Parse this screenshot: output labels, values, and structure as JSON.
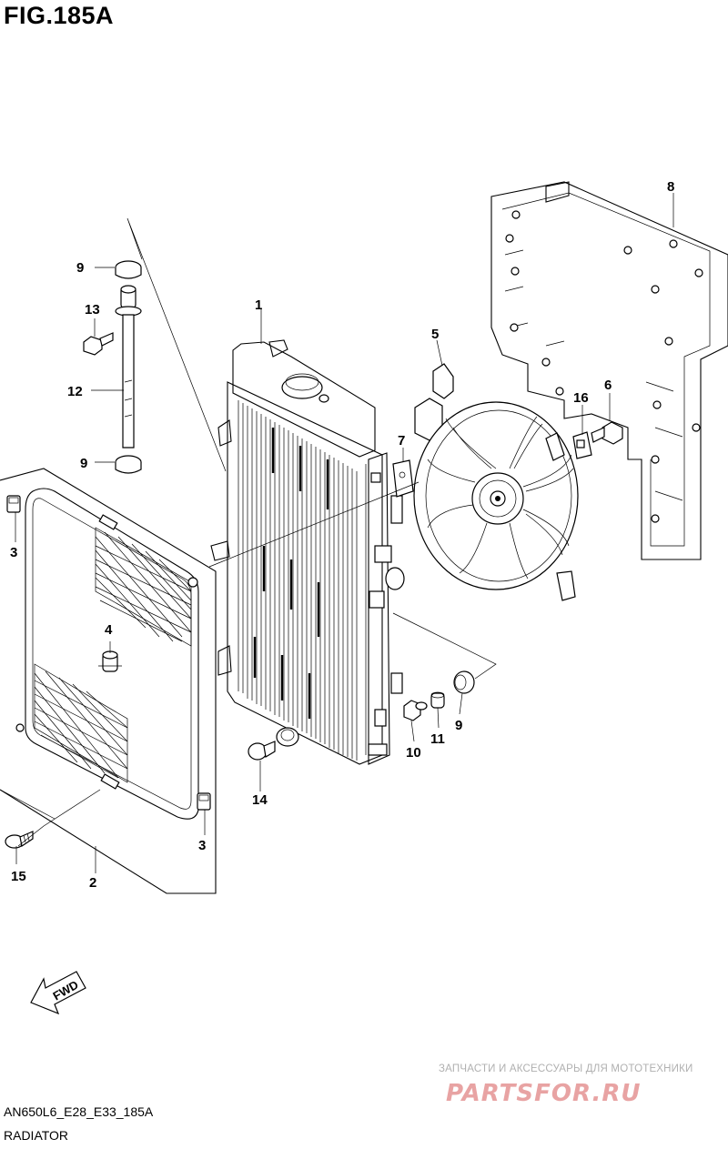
{
  "figure_title": "FIG.185A",
  "footer": {
    "code": "AN650L6_E28_E33_185A",
    "name": "RADIATOR"
  },
  "watermark": {
    "tagline": "ЗАПЧАСТИ И АКСЕССУАРЫ ДЛЯ МОТОТЕХНИКИ",
    "brand": "PARTSFOR.RU",
    "color": "#e8a3a3"
  },
  "fwd_label": "FWD",
  "callouts": {
    "c1": "1",
    "c2": "2",
    "c3a": "3",
    "c3b": "3",
    "c4": "4",
    "c5": "5",
    "c6": "6",
    "c7": "7",
    "c8": "8",
    "c9a": "9",
    "c9b": "9",
    "c9c": "9",
    "c10": "10",
    "c11": "11",
    "c12": "12",
    "c13": "13",
    "c14": "14",
    "c15": "15",
    "c16": "16"
  }
}
